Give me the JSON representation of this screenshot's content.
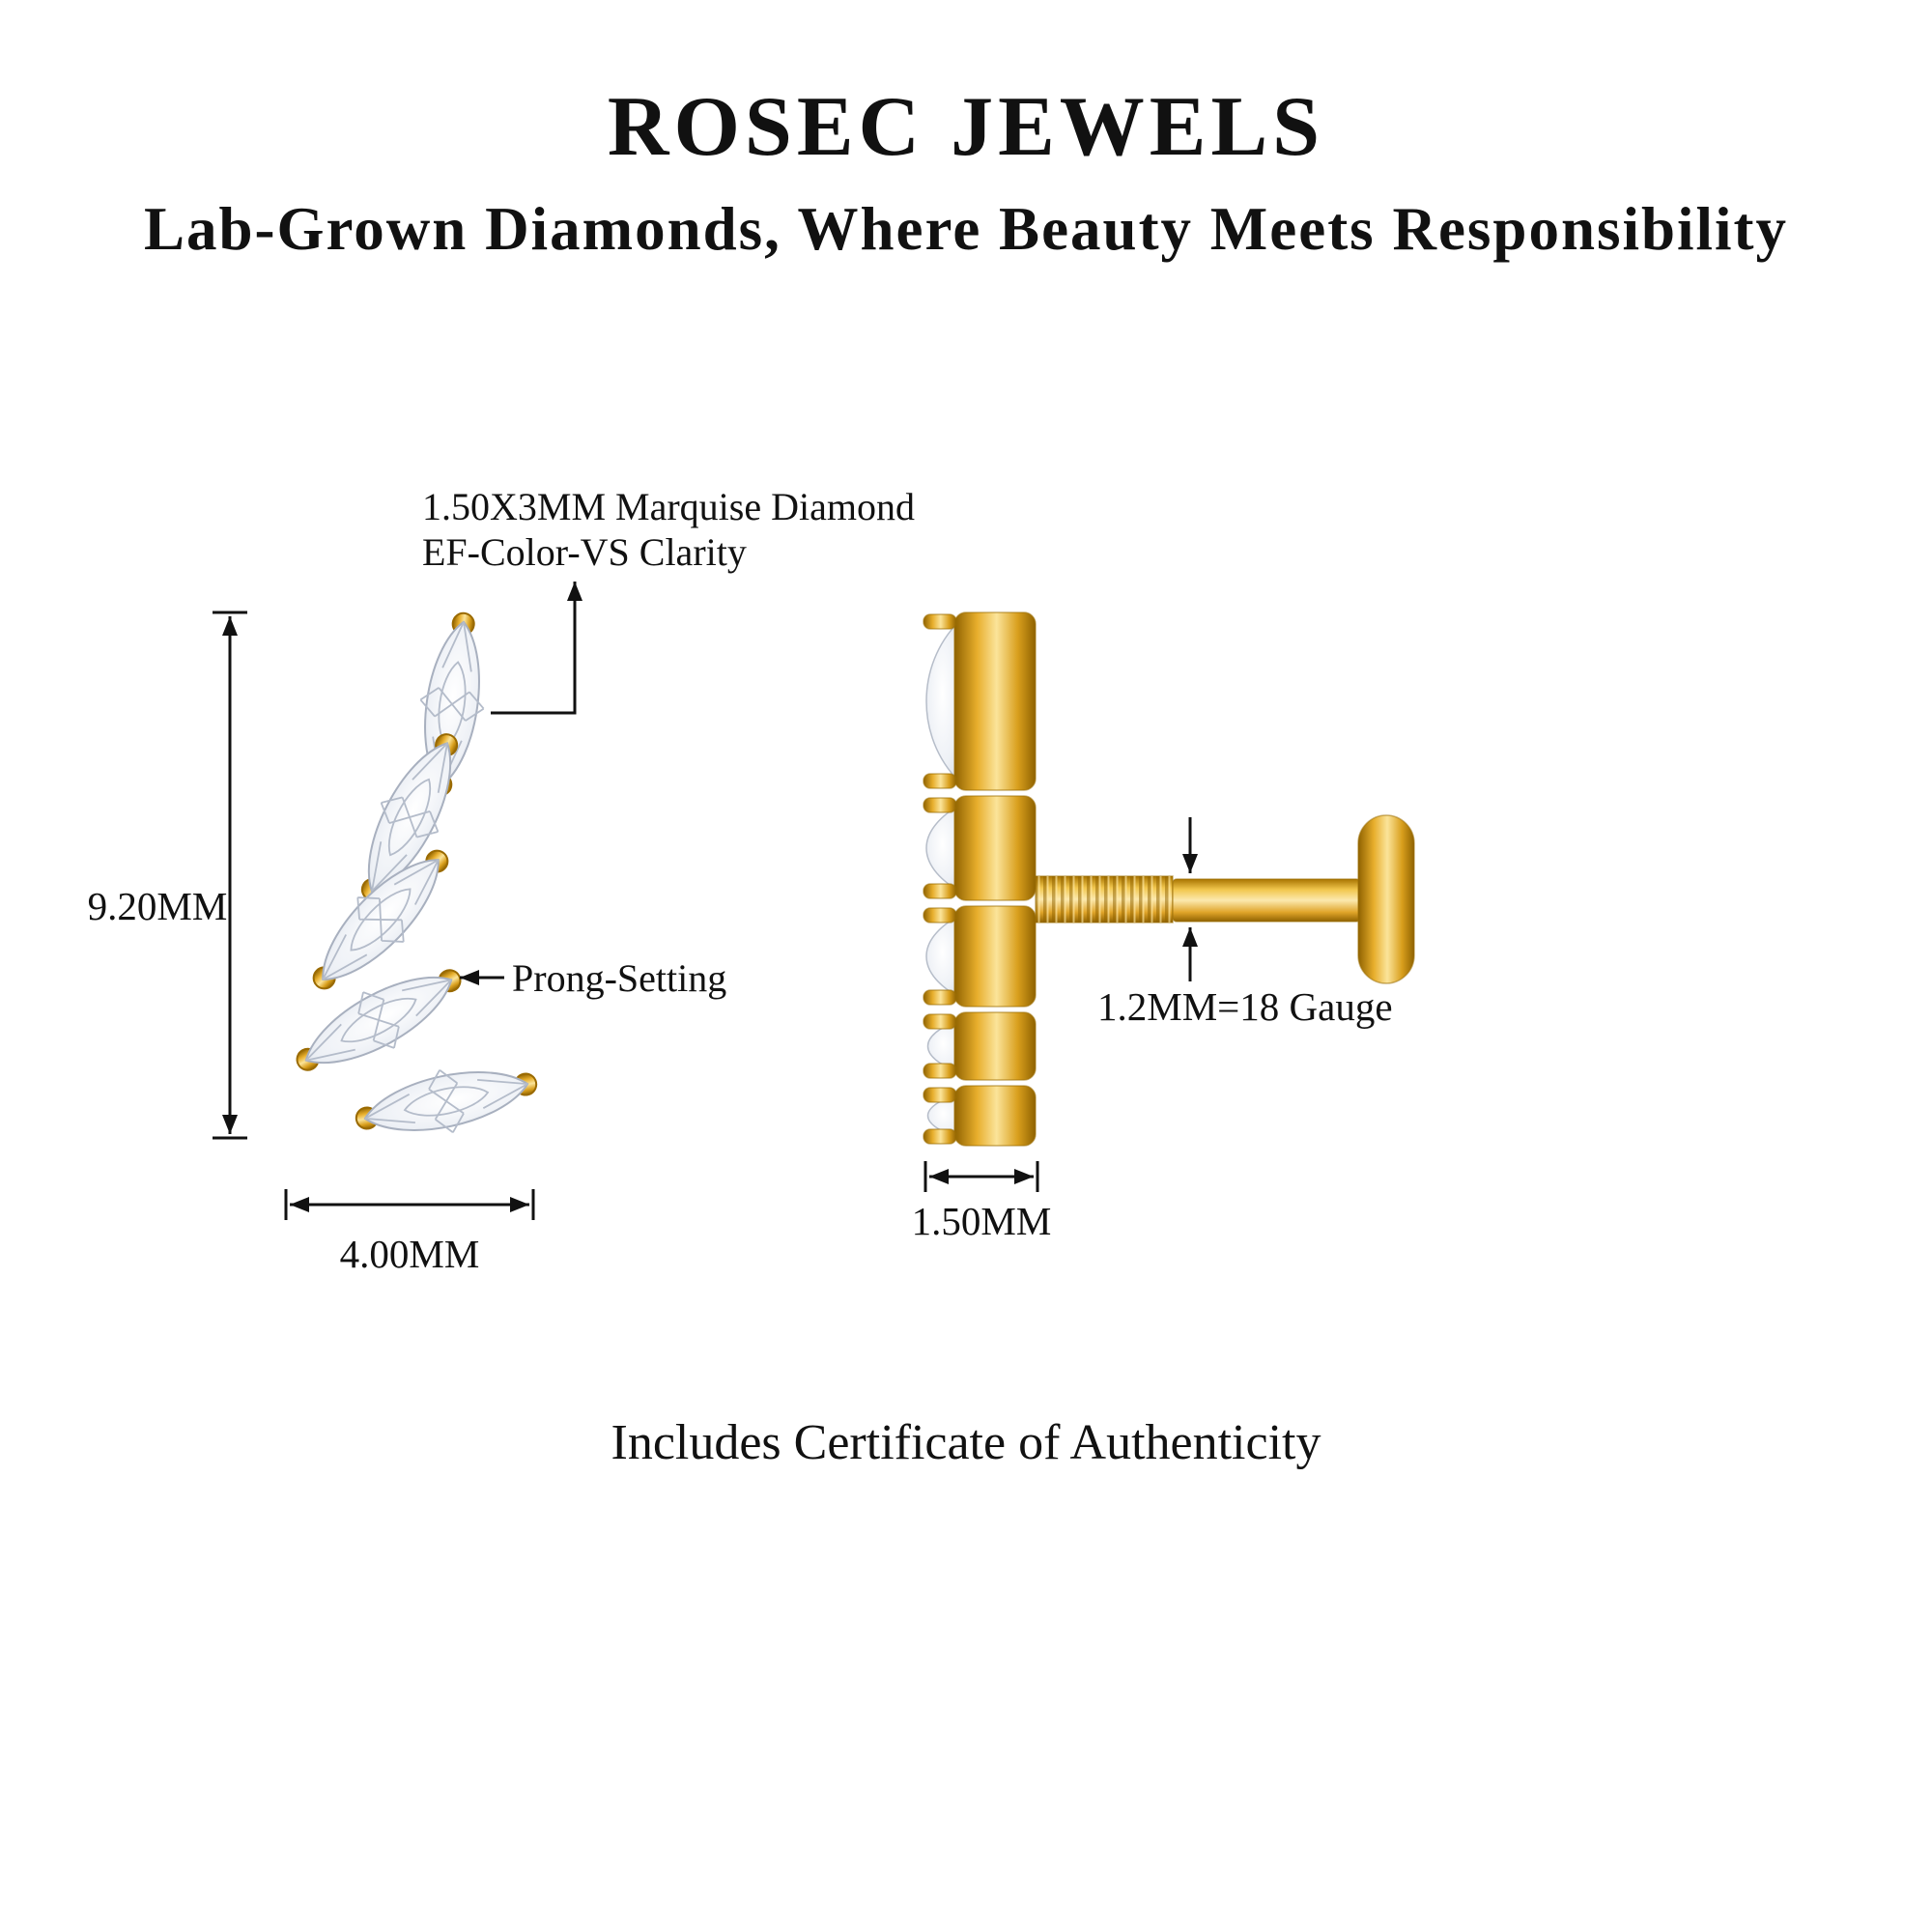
{
  "header": {
    "brand": "ROSEC JEWELS",
    "tagline": "Lab-Grown Diamonds, Where Beauty Meets Responsibility"
  },
  "front_view": {
    "stone_note_line1": "1.50X3MM Marquise Diamond",
    "stone_note_line2": "EF-Color-VS Clarity",
    "height": "9.20MM",
    "prong_note": "Prong-Setting",
    "width": "4.00MM"
  },
  "side_view": {
    "gauge": "1.2MM=18 Gauge",
    "depth": "1.50MM"
  },
  "footer": {
    "note": "Includes Certificate of Authenticity"
  },
  "colors": {
    "gold": "#E0A52A",
    "gold_light": "#FBE49A",
    "gold_dark": "#8F6200",
    "diamond": "#F3F5F9",
    "diamond_edge": "#AEB6C4",
    "text": "#111111",
    "background": "#FFFFFF"
  }
}
